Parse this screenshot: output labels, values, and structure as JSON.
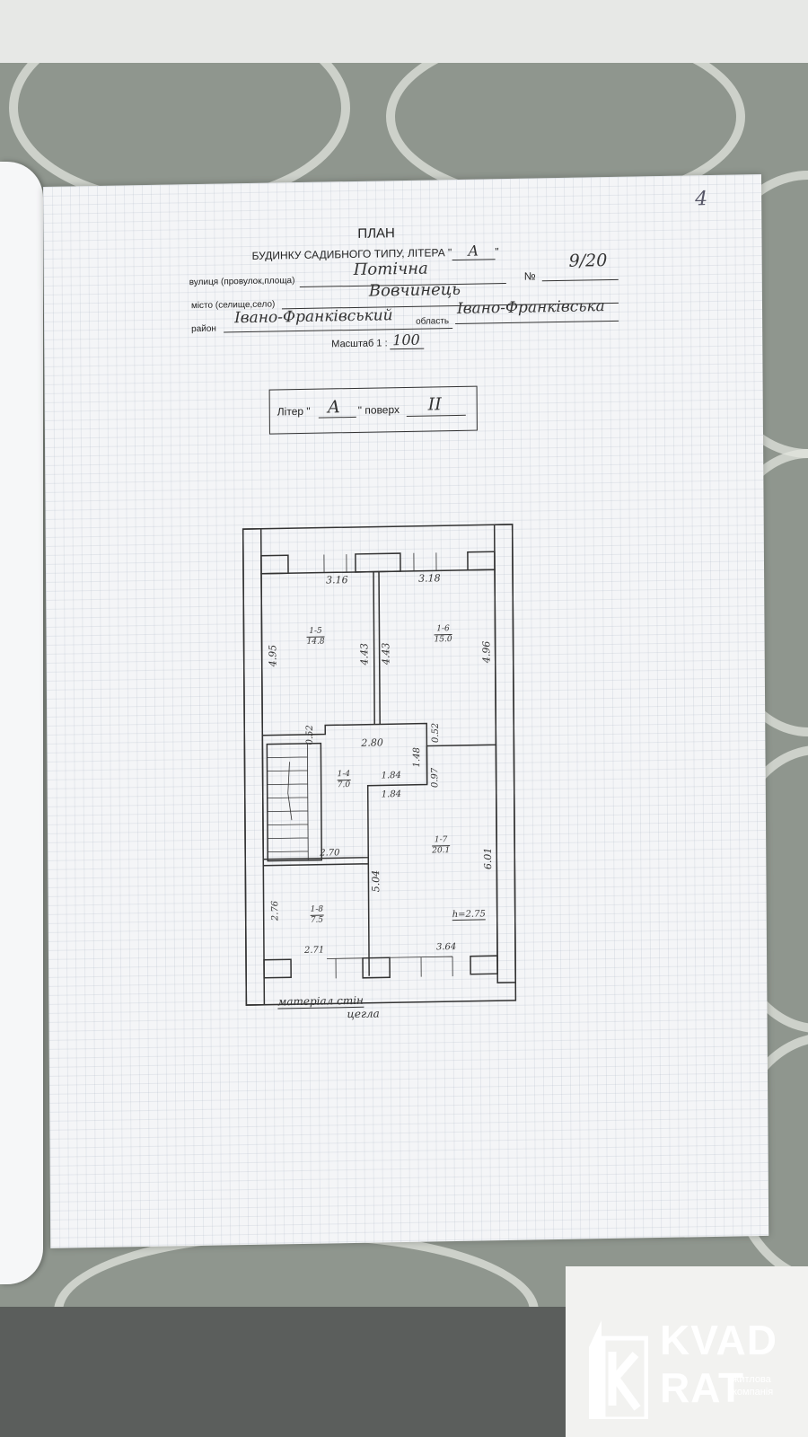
{
  "page_number": "4",
  "header": {
    "title": "ПЛАН",
    "subtitle_prefix": "БУДИНКУ САДИБНОГО ТИПУ, ЛІТЕРА \"",
    "subtitle_suffix": "\"",
    "litera": "А"
  },
  "address": {
    "street_label": "вулиця (провулок,площа)",
    "street_value": "Потічна",
    "number_label": "№",
    "number_value": "9/20",
    "city_label": "місто (селище,село)",
    "city_value": "Вовчинець",
    "district_label": "район",
    "district_value": "Івано-Франківський",
    "oblast_label": "область",
    "oblast_value": "Івано-Франківська",
    "scale_label": "Масштаб 1 :",
    "scale_value": "100"
  },
  "litera_box": {
    "litera_label": "Літер \"",
    "litera_value": "А",
    "floor_label": "\" поверх",
    "floor_value": "II"
  },
  "floor_plan": {
    "rooms": [
      {
        "id": "1-5",
        "area": "14.8"
      },
      {
        "id": "1-6",
        "area": "15.0"
      },
      {
        "id": "1-4",
        "area": "7.0"
      },
      {
        "id": "1-7",
        "area": "20.1"
      },
      {
        "id": "1-8",
        "area": "7.5"
      }
    ],
    "dimensions": [
      "3.16",
      "3.18",
      "4.95",
      "4.43",
      "4.43",
      "4.96",
      "0.52",
      "2.80",
      "0.52",
      "1.48",
      "1.84",
      "0.97",
      "1.84",
      "2.70",
      "5.04",
      "6.01",
      "2.76",
      "2.71",
      "3.64"
    ],
    "height_note": "h=2.75",
    "wall_material_label": "матеріал стін",
    "wall_material_value": "цегла"
  },
  "watermark": {
    "line1": "KVAD",
    "line2": "RAT",
    "tag1": "житлова",
    "tag2": "компанія"
  },
  "colors": {
    "sheet": "#f4f5f7",
    "ink": "#333333",
    "cloth": "#8f968e",
    "logo": "#ffffff"
  }
}
